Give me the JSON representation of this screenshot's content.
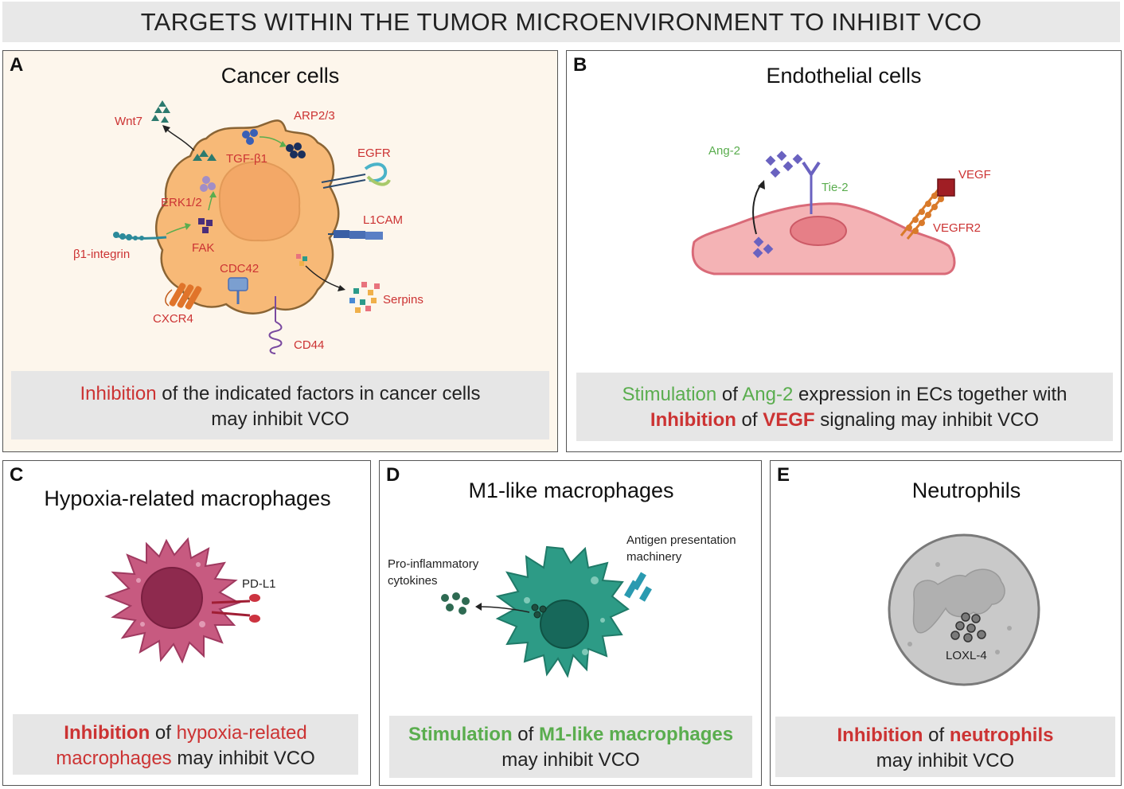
{
  "title": "TARGETS WITHIN THE TUMOR MICROENVIRONMENT TO INHIBIT VCO",
  "colors": {
    "red": "#cc3333",
    "green": "#5aad4e",
    "cancer_cell": "#f7b977",
    "endothelial": "#f4b3b5",
    "hypoxia_macrophage": "#c75a80",
    "m1_macrophage": "#2d9b86",
    "neutrophil": "#c9c9c9"
  },
  "panels": {
    "a": {
      "letter": "A",
      "title": "Cancer cells",
      "labels": {
        "wnt7": "Wnt7",
        "tgfb1": "TGF-β1",
        "arp23": "ARP2/3",
        "egfr": "EGFR",
        "erk12": "ERK1/2",
        "l1cam": "L1CAM",
        "b1integrin": "β1-integrin",
        "fak": "FAK",
        "cdc42": "CDC42",
        "serpins": "Serpins",
        "cxcr4": "CXCR4",
        "cd44": "CD44"
      },
      "caption": {
        "inhibition": "Inhibition",
        "rest1": " of the indicated factors in cancer cells",
        "line2": "may inhibit VCO"
      }
    },
    "b": {
      "letter": "B",
      "title": "Endothelial cells",
      "labels": {
        "ang2": "Ang-2",
        "tie2": "Tie-2",
        "vegf": "VEGF",
        "vegfr2": "VEGFR2"
      },
      "caption": {
        "stimulation": "Stimulation",
        "of1": " of ",
        "ang2": "Ang-2",
        "rest1": " expression in ECs together with",
        "inhibition": "Inhibition",
        "of2": " of ",
        "vegf": "VEGF",
        "rest2": " signaling may inhibit VCO"
      }
    },
    "c": {
      "letter": "C",
      "title": "Hypoxia-related macrophages",
      "labels": {
        "pdl1": "PD-L1"
      },
      "caption": {
        "inhibition": "Inhibition",
        "of": " of ",
        "target1": "hypoxia-related",
        "target2": "macrophages",
        "rest": " may inhibit VCO"
      }
    },
    "d": {
      "letter": "D",
      "title": "M1-like macrophages",
      "labels": {
        "cytokines1": "Pro-inflammatory",
        "cytokines2": "cytokines",
        "antigen1": "Antigen presentation",
        "antigen2": "machinery"
      },
      "caption": {
        "stimulation": "Stimulation",
        "of": " of ",
        "target": "M1-like macrophages",
        "line2": "may inhibit VCO"
      }
    },
    "e": {
      "letter": "E",
      "title": "Neutrophils",
      "labels": {
        "loxl4": "LOXL-4"
      },
      "caption": {
        "inhibition": "Inhibition",
        "of": " of ",
        "target": "neutrophils",
        "line2": "may inhibit VCO"
      }
    }
  }
}
